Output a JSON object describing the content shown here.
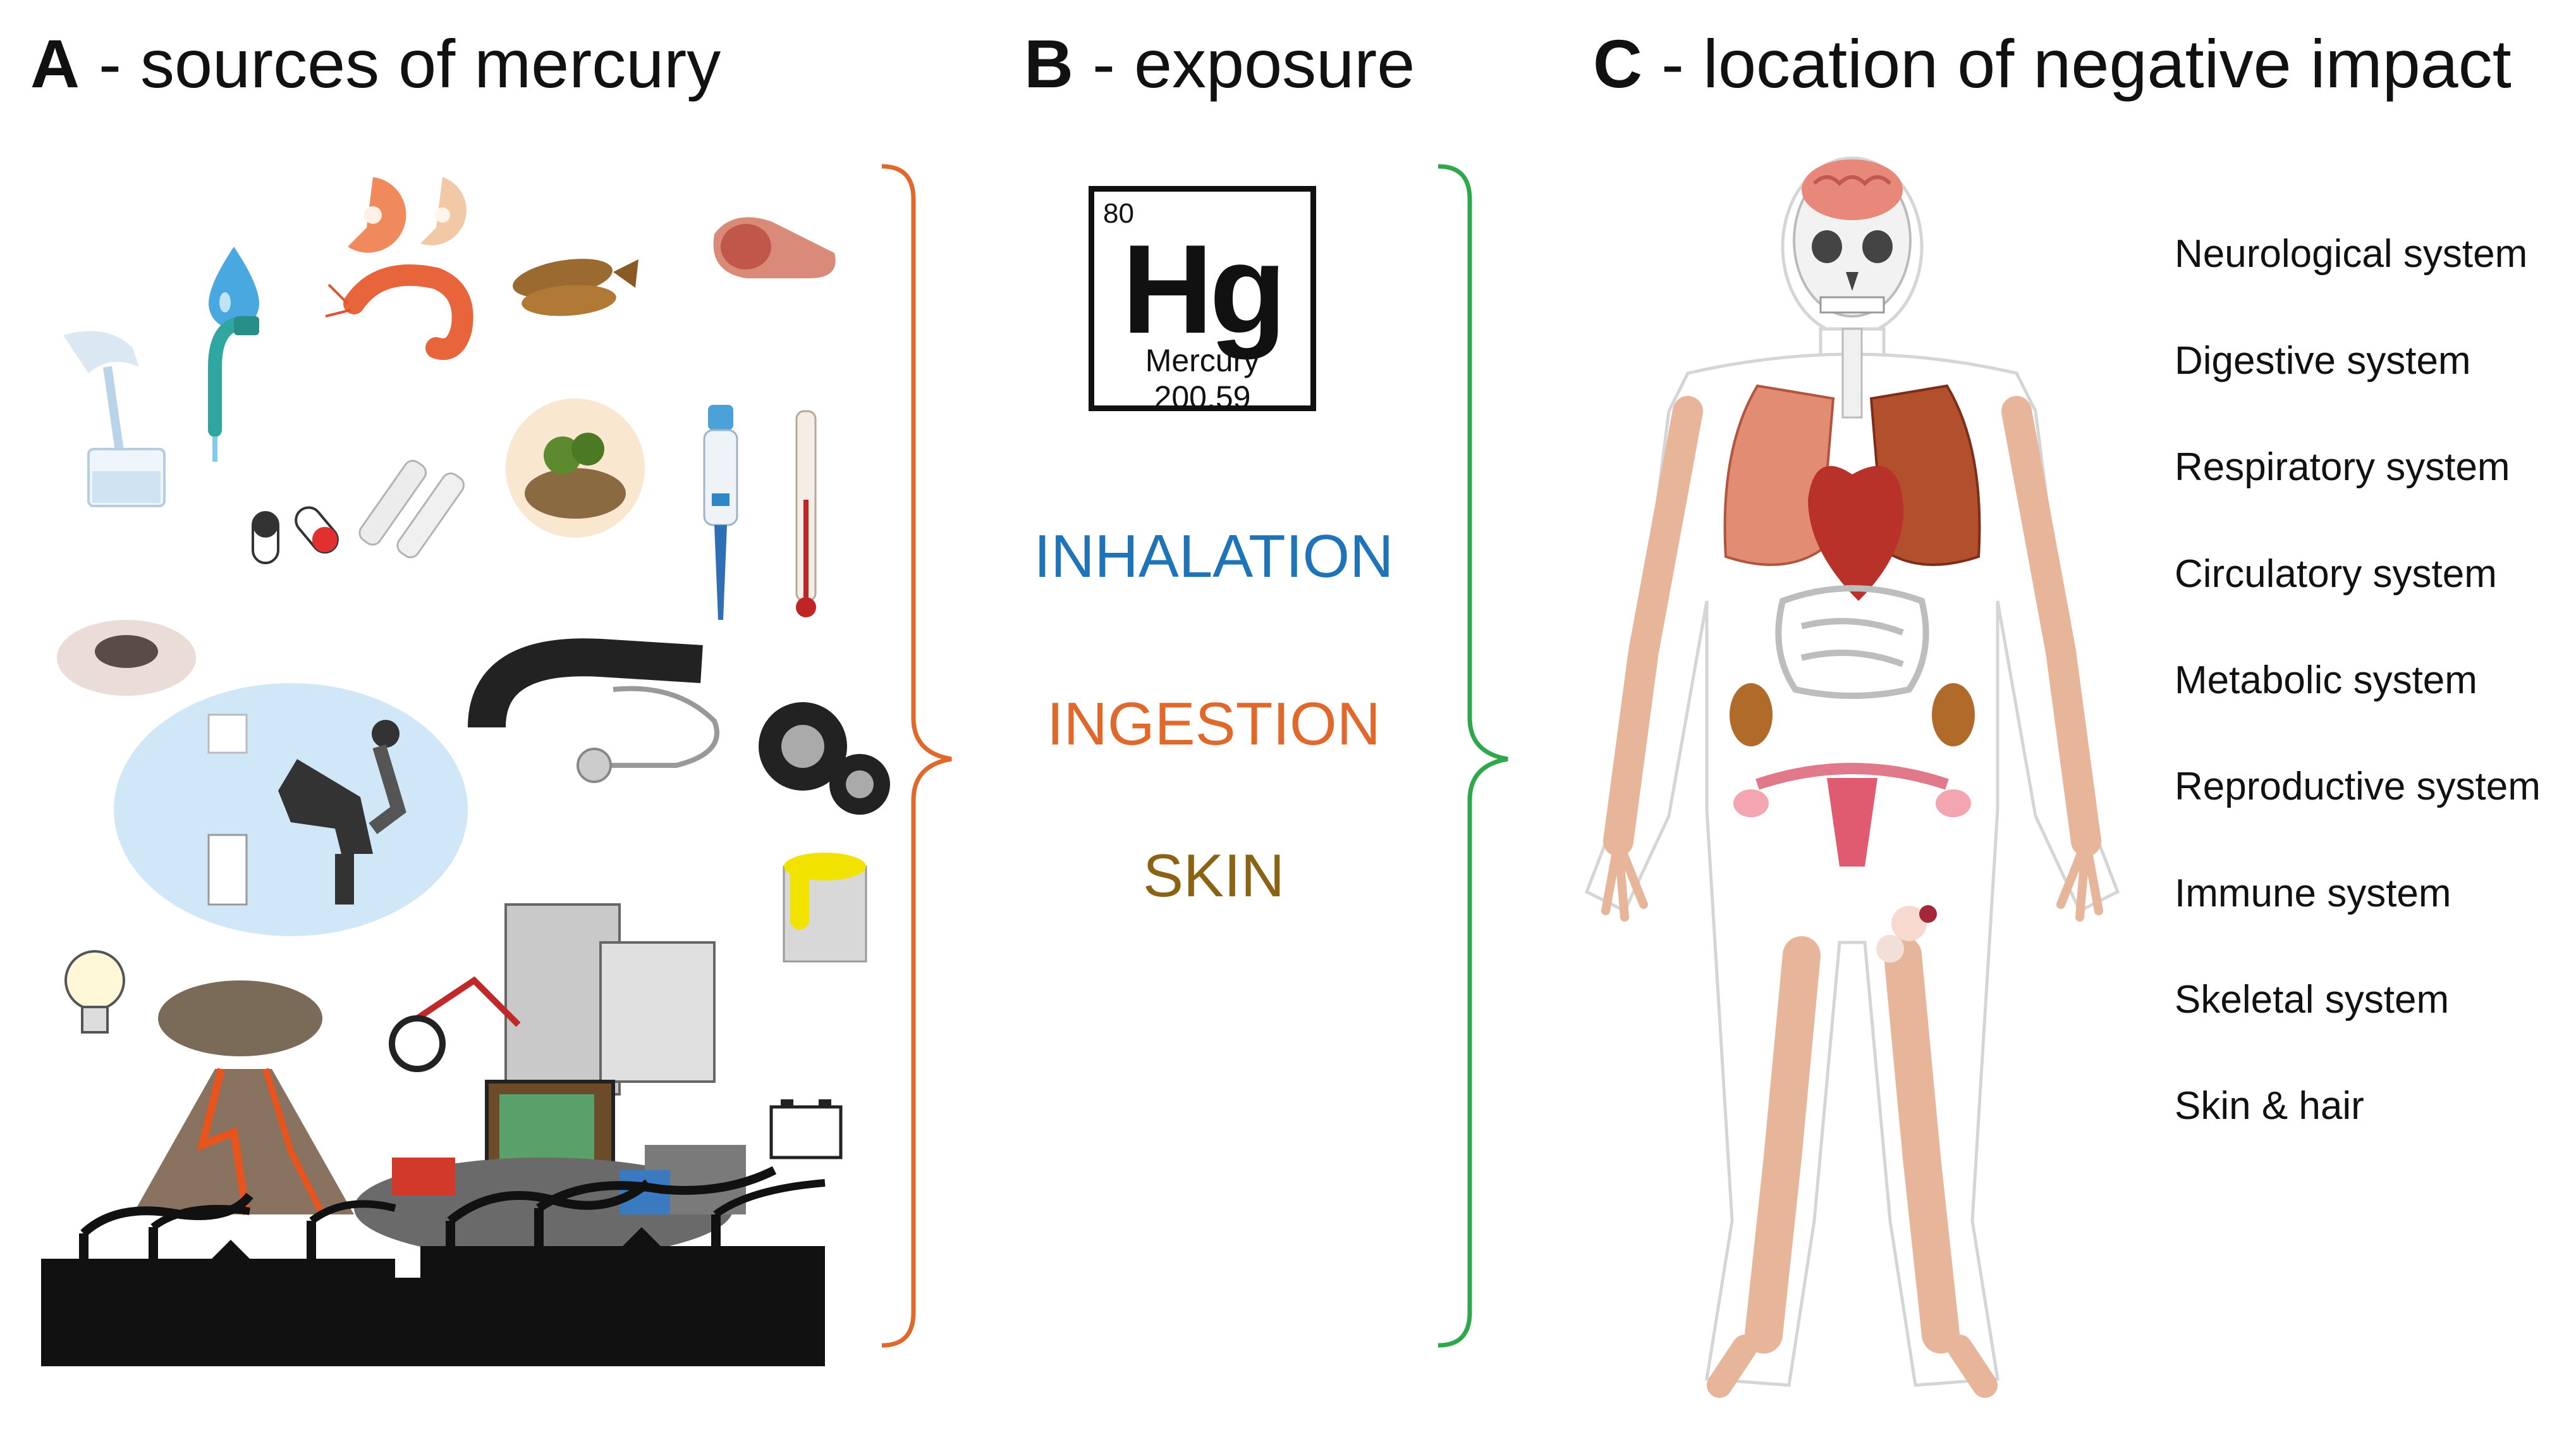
{
  "headings": {
    "a_letter": "A",
    "a_text": " - sources of mercury",
    "b_letter": "B",
    "b_text": " - exposure",
    "c_letter": "C",
    "c_text": " - location of negative impact"
  },
  "element_box": {
    "atomic_number": "80",
    "symbol": "Hg",
    "name": "Mercury",
    "atomic_mass": "200.59"
  },
  "exposure_routes": [
    {
      "label": "INHALATION",
      "color": "#1f73b7"
    },
    {
      "label": "INGESTION",
      "color": "#e0682a"
    },
    {
      "label": "SKIN",
      "color": "#8a6414"
    }
  ],
  "systems": [
    "Neurological system",
    "Digestive system",
    "Respiratory system",
    "Circulatory system",
    "Metabolic system",
    "Reproductive system",
    "Immune system",
    "Skeletal system",
    "Skin & hair"
  ],
  "colors": {
    "bracket_a": "#e0682a",
    "bracket_b": "#2ea84a",
    "skin": "#ecc3ad",
    "bone": "#e7b69a",
    "organ_red": "#b8322a",
    "lung": "#c06048"
  },
  "icons": [
    "water-glass-icon",
    "water-drop-icon",
    "faucet-icon",
    "salmon-steak-icon",
    "shrimp-icon",
    "fish-icon",
    "meat-icon",
    "capsule-icon",
    "herb-bowl-icon",
    "pipette-icon",
    "thermometer-icon",
    "dental-filling-icon",
    "dentist-chair-icon",
    "stethoscope-icon",
    "gears-icon",
    "paint-can-icon",
    "light-bulb-icon",
    "volcano-icon",
    "waste-pile-icon",
    "battery-icon",
    "factory-skyline-icon",
    "human-anatomy-figure"
  ]
}
